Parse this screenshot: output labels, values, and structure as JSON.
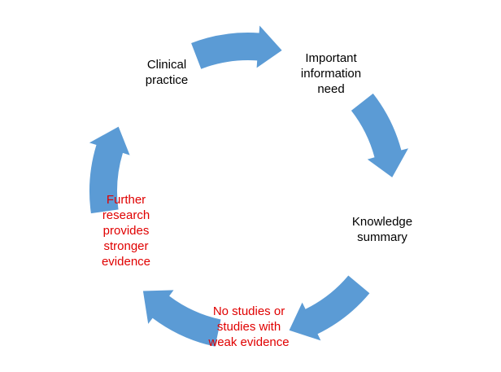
{
  "diagram": {
    "type": "cycle",
    "arrow_color": "#5b9bd5",
    "nodes": [
      {
        "id": "clinical-practice",
        "lines": [
          "Clinical",
          "practice"
        ],
        "color": "#000000"
      },
      {
        "id": "important-information-need",
        "lines": [
          "Important",
          "information",
          "need"
        ],
        "color": "#000000"
      },
      {
        "id": "knowledge-summary",
        "lines": [
          "Knowledge",
          "summary"
        ],
        "color": "#000000"
      },
      {
        "id": "no-studies",
        "lines": [
          "No studies or",
          "studies with",
          "weak evidence"
        ],
        "color": "#e00000"
      },
      {
        "id": "further-research",
        "lines": [
          "Further",
          "research",
          "provides",
          "stronger",
          "evidence"
        ],
        "color": "#e00000"
      }
    ]
  }
}
